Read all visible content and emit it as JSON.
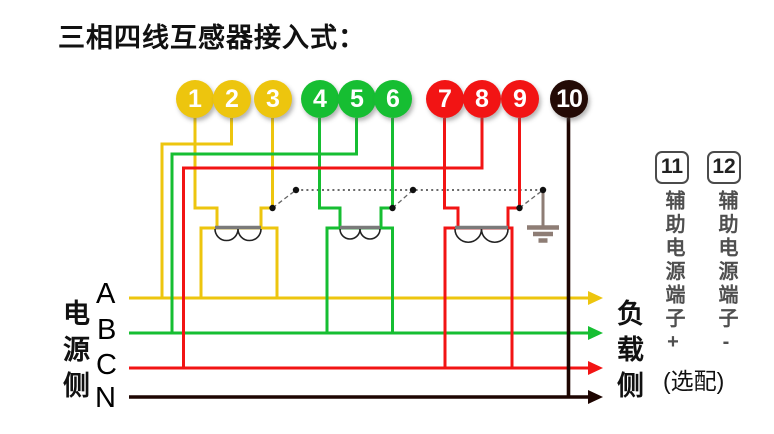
{
  "title": "三相四线互感器接入式：",
  "terminals": {
    "items": [
      {
        "label": "1"
      },
      {
        "label": "2"
      },
      {
        "label": "3"
      },
      {
        "label": "4"
      },
      {
        "label": "5"
      },
      {
        "label": "6"
      },
      {
        "label": "7"
      },
      {
        "label": "8"
      },
      {
        "label": "9"
      },
      {
        "label": "10"
      }
    ]
  },
  "source_side": {
    "title": "电源侧",
    "phases": [
      "A",
      "B",
      "C",
      "N"
    ]
  },
  "load_side": {
    "title": "负载侧"
  },
  "aux_terminals": {
    "t11": {
      "number": "11",
      "label": "辅助电源端子+"
    },
    "t12": {
      "number": "12",
      "label": "辅助电源端子-"
    },
    "note": "(选配)"
  },
  "colors": {
    "phase_a": "#EDC50E",
    "phase_b": "#16BE32",
    "phase_c": "#F21414",
    "neutral": "#1D0501",
    "terminal_10_bg": "#240B06",
    "ct_core": "#7A7A7A",
    "earth": "#8E7D75",
    "dotted_bus": "#3A3A3A",
    "text_primary": "#111111",
    "aux_text": "#4F4F4F"
  }
}
